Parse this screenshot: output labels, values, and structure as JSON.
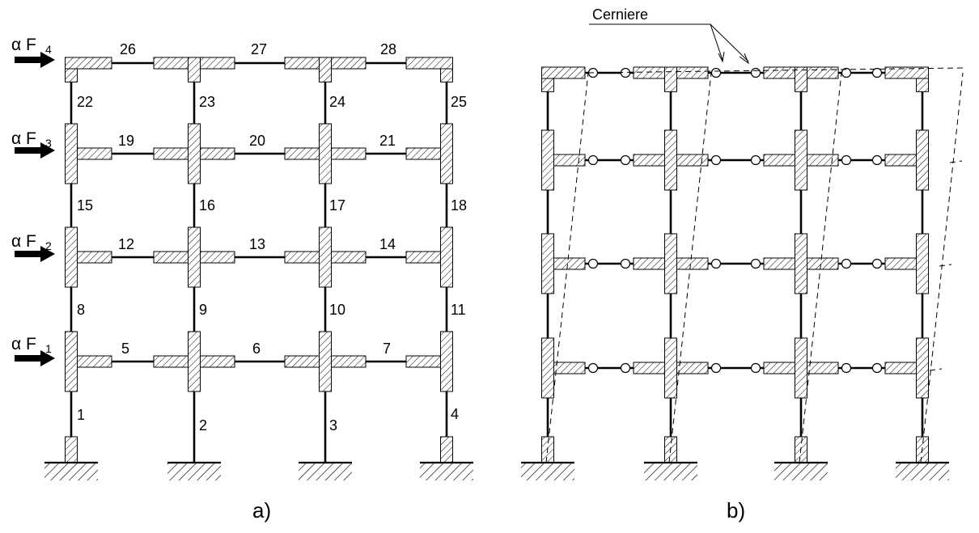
{
  "force_symbol": "α F",
  "forces": [
    "1",
    "2",
    "3",
    "4"
  ],
  "column_labels": [
    "1",
    "2",
    "3",
    "4",
    "8",
    "9",
    "10",
    "11",
    "15",
    "16",
    "17",
    "18",
    "22",
    "23",
    "24",
    "25"
  ],
  "beam_labels": [
    "5",
    "6",
    "7",
    "12",
    "13",
    "14",
    "19",
    "20",
    "21",
    "26",
    "27",
    "28"
  ],
  "hinge_label": "Cerniere",
  "captions": {
    "a": "a)",
    "b": "b)"
  },
  "colors": {
    "stroke": "#000000",
    "hatch": "#000000",
    "background": "#ffffff"
  }
}
